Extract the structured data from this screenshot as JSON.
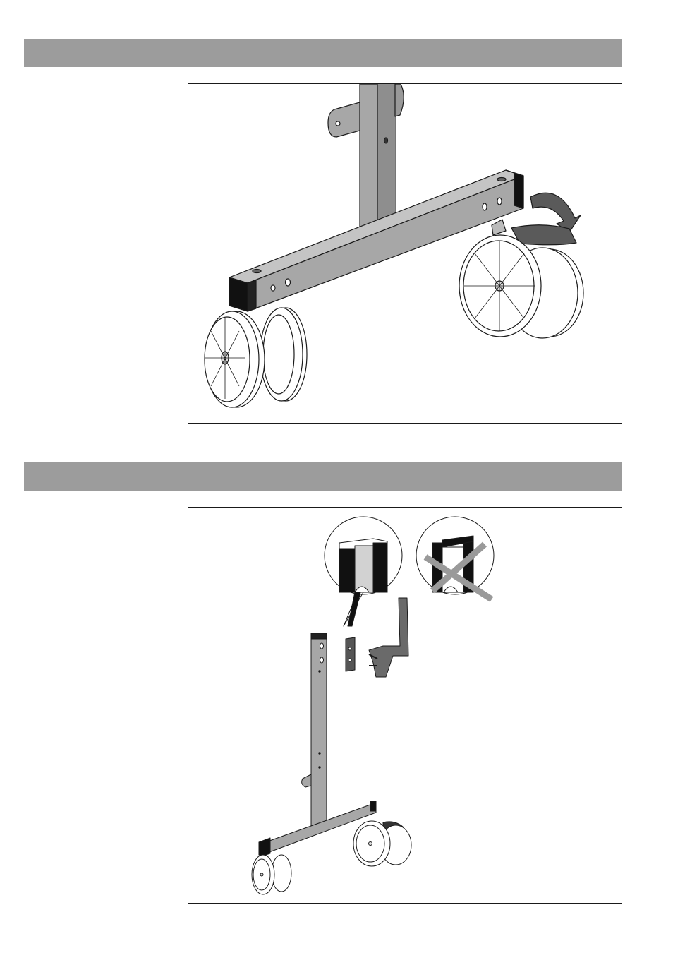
{
  "page": {
    "background": "#ffffff",
    "band_color": "#9c9c9c"
  },
  "sections": [
    {
      "id": "step-1",
      "heading": "",
      "figure": {
        "subject": "frame-base-wheel-assembly",
        "icons": [
          "rotate-arrow-icon"
        ]
      }
    },
    {
      "id": "step-2",
      "heading": "",
      "figure": {
        "subject": "upright-bracket-assembly",
        "icons": [
          "detail-correct-icon",
          "detail-wrong-icon"
        ]
      }
    }
  ],
  "colors": {
    "metal": "#a7a7a7",
    "metal_dark": "#7e7e7e",
    "metal_light": "#c4c4c4",
    "plastic": "#5a5a5a",
    "cap": "#111111",
    "wheel": "#ffffff",
    "wrong_mark": "#9a9a9a"
  }
}
